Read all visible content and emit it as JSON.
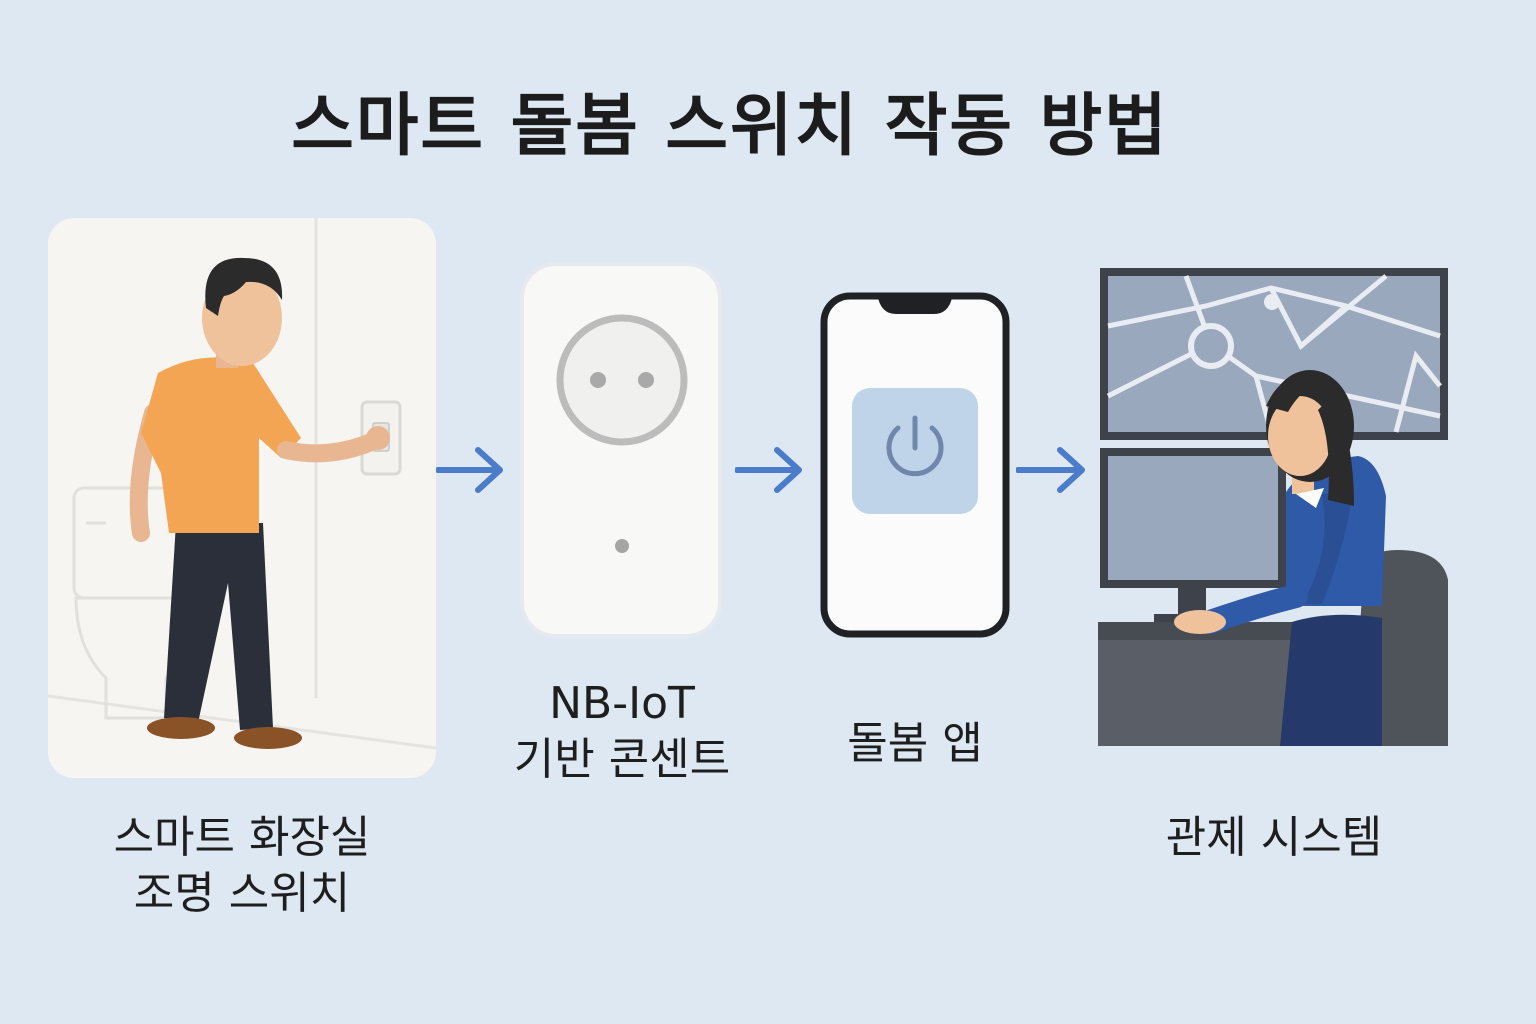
{
  "title": "스마트 돌봄 스위치 작동 방법",
  "steps": [
    {
      "label": "스마트 화장실\n조명 스위치",
      "icon": "person-pressing-switch-icon"
    },
    {
      "label": "NB-IoT\n기반 콘센트",
      "icon": "smart-plug-icon"
    },
    {
      "label": "돌봄 앱",
      "icon": "smartphone-power-icon"
    },
    {
      "label": "관제 시스템",
      "icon": "control-center-operator-icon"
    }
  ],
  "colors": {
    "background": "#dde8f3",
    "arrow": "#4a7cc9",
    "shirt": "#f3a553",
    "jacket": "#2f5aa8"
  }
}
